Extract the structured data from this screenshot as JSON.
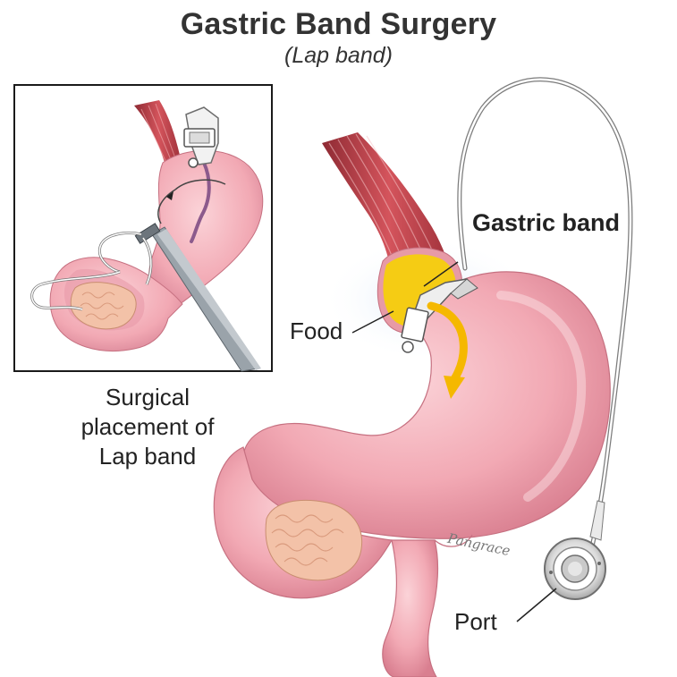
{
  "title": "Gastric Band Surgery",
  "subtitle": "(Lap band)",
  "labels": {
    "gastric_band": "Gastric band",
    "food": "Food",
    "port": "Port"
  },
  "inset_caption": {
    "line1": "Surgical",
    "line2": "placement of",
    "line3": "Lap band"
  },
  "signature": "Pangrace",
  "colors": {
    "text": "#222222",
    "stomach": "#f2a9b4",
    "stomach_shadow": "#d97f90",
    "muscle": "#c2414a",
    "food": "#f5cc14",
    "band": "#e8e8e8",
    "pancreas": "#f3c2a8"
  }
}
